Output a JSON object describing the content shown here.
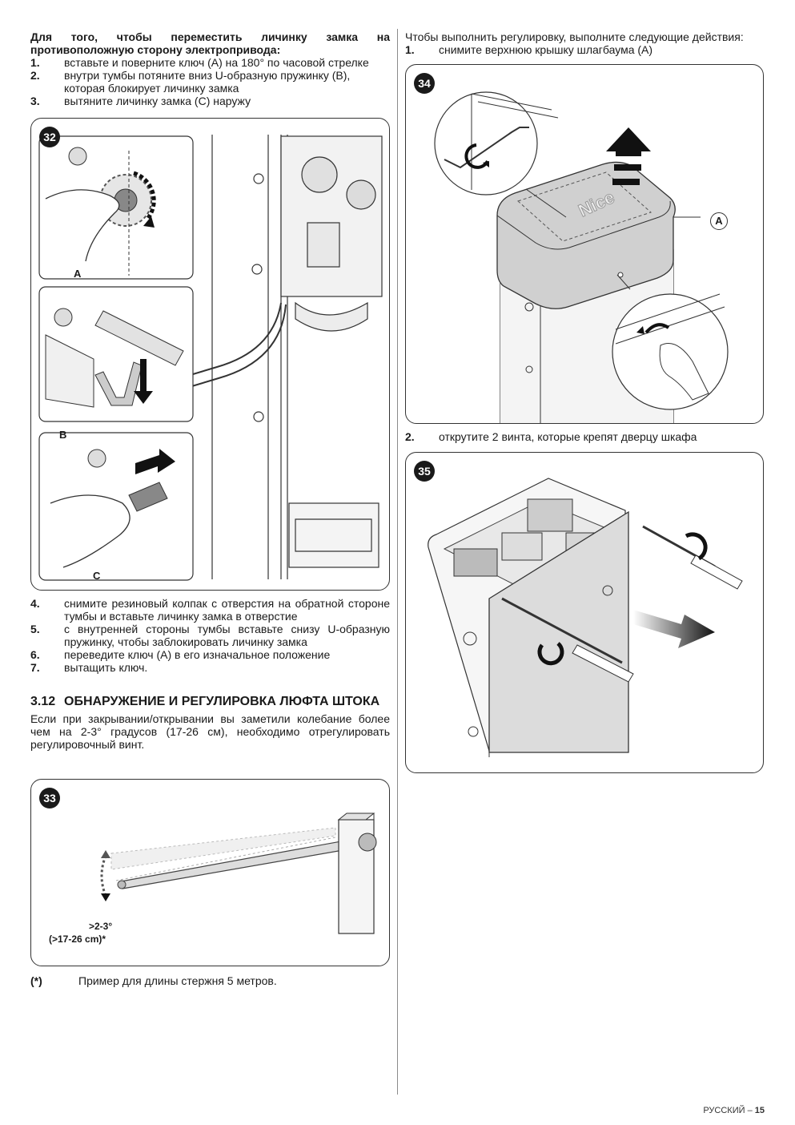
{
  "left": {
    "intro": "Для того, чтобы переместить личинку замка на противоположную сторону электропривода:",
    "steps_a": [
      {
        "num": "1.",
        "text": "вставьте и поверните ключ (A) на 180° по часовой стрелке"
      },
      {
        "num": "2.",
        "text": "внутри тумбы потяните вниз U-образную пружинку (B), которая блокирует личинку замка"
      },
      {
        "num": "3.",
        "text": "вытяните личинку замка (C) наружу"
      }
    ],
    "fig32": {
      "badge": "32",
      "label_a": "A",
      "label_b": "B",
      "label_c": "C"
    },
    "steps_b": [
      {
        "num": "4.",
        "text": "снимите резиновый колпак с отверстия на обратной стороне тумбы и вставьте личинку замка в отверстие"
      },
      {
        "num": "5.",
        "text": "с внутренней стороны тумбы вставьте снизу U-образную пружинку, чтобы заблокировать личинку замка"
      },
      {
        "num": "6.",
        "text": "переведите ключ (A) в его изначальное положение"
      },
      {
        "num": "7.",
        "text": "вытащить ключ."
      }
    ],
    "section": {
      "number": "3.12",
      "title": "ОБНАРУЖЕНИЕ И РЕГУЛИРОВКА ЛЮФТА ШТОКА"
    },
    "paragraph": "Если при закрывании/открывании вы заметили колебание более чем на 2-3° градусов (17-26 см), необходимо отрегулировать регулировочный винт.",
    "fig33": {
      "badge": "33",
      "angle_label": ">2-3°",
      "distance_label": "(>17-26 cm)*"
    },
    "footnote": {
      "mark": "(*)",
      "text": "Пример для длины стержня 5 метров."
    }
  },
  "right": {
    "intro": "Чтобы выполнить регулировку, выполните следующие действия:",
    "step1": {
      "num": "1.",
      "text": "снимите верхнюю крышку шлагбаума (A)"
    },
    "fig34": {
      "badge": "34",
      "label_a": "A",
      "brand": "Nice"
    },
    "step2": {
      "num": "2.",
      "text": "открутите 2 винта, которые крепят дверцу шкафа"
    },
    "fig35": {
      "badge": "35"
    }
  },
  "footer": {
    "language": "РУССКИЙ",
    "separator": " – ",
    "page": "15"
  }
}
